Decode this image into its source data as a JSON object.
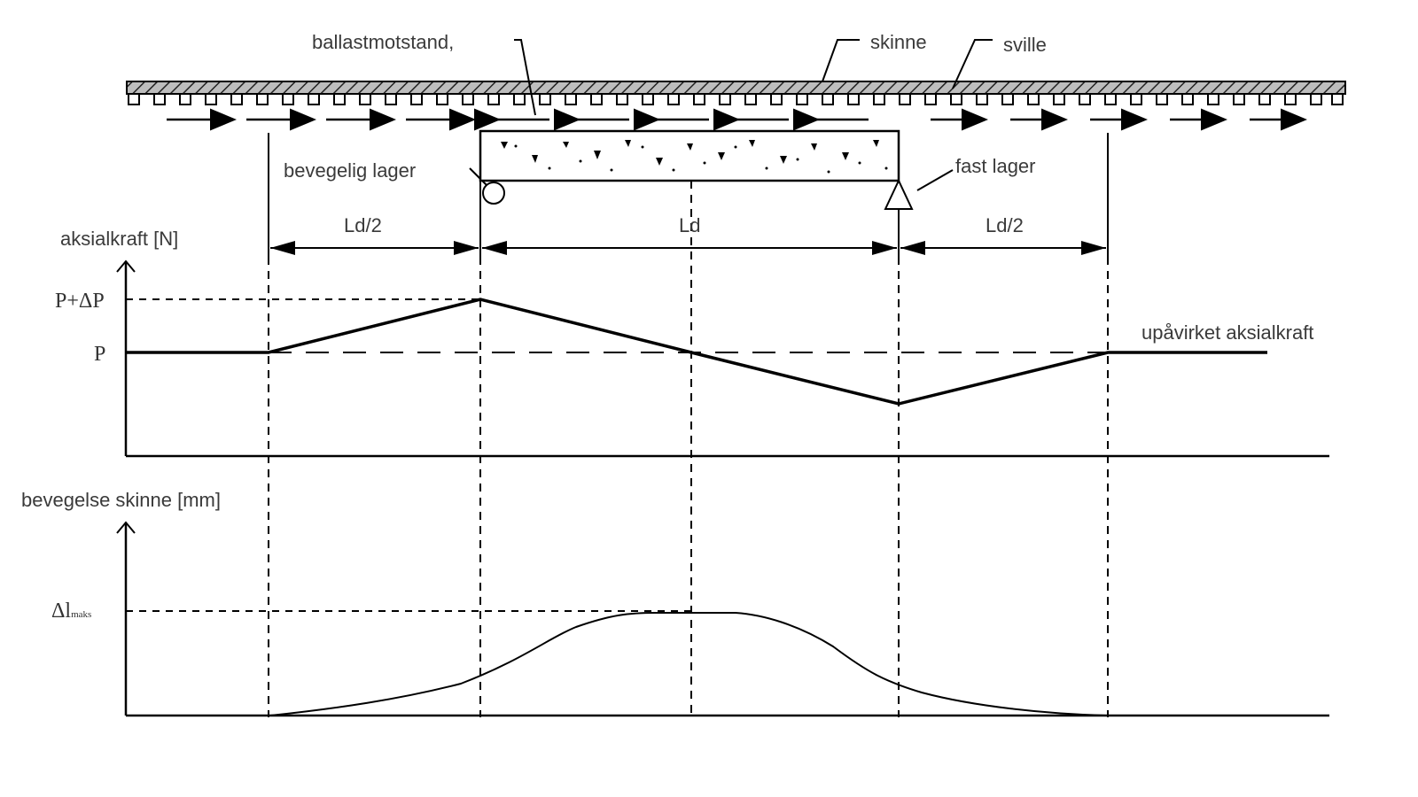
{
  "labels": {
    "ballast": "ballastmotstand,",
    "rail": "skinne",
    "sleeper": "sville",
    "movable_bearing": "bevegelig lager",
    "fixed_bearing": "fast lager",
    "span_left": "Ld/2",
    "span_mid": "Ld",
    "span_right": "Ld/2",
    "axial_axis": "aksialkraft [N]",
    "axial_p_plus": "P+ΔP",
    "axial_p": "P",
    "unaffected": "upåvirket aksialkraft",
    "movement_axis": "bevegelse skinne [mm]",
    "movement_max": "Δl",
    "movement_max_sub": "maks"
  },
  "chart_data": [
    {
      "type": "line",
      "title": "aksialkraft [N]",
      "ylabel": "aksialkraft [N]",
      "ytick_labels": [
        "P",
        "P+ΔP"
      ],
      "x_markers": [
        "start Ld/2",
        "bevegelig lager",
        "midt",
        "fast lager",
        "slutt Ld/2"
      ],
      "x": [
        0,
        1,
        2,
        3,
        4,
        5,
        6
      ],
      "values": [
        "P",
        "P",
        "P+ΔP",
        "P",
        "P-ΔP",
        "P",
        "P"
      ],
      "annotations": [
        "upåvirket aksialkraft"
      ]
    },
    {
      "type": "line",
      "title": "bevegelse skinne [mm]",
      "ylabel": "bevegelse skinne [mm]",
      "ytick_labels": [
        "Δl maks"
      ],
      "x_markers": [
        "start Ld/2",
        "bevegelig lager",
        "midt",
        "fast lager",
        "slutt Ld/2"
      ],
      "x": [
        0,
        0.5,
        1,
        1.5,
        2,
        2.5,
        3,
        3.5,
        4
      ],
      "values": [
        0,
        0.12,
        0.36,
        0.8,
        1.0,
        0.8,
        0.36,
        0.12,
        0
      ]
    }
  ]
}
